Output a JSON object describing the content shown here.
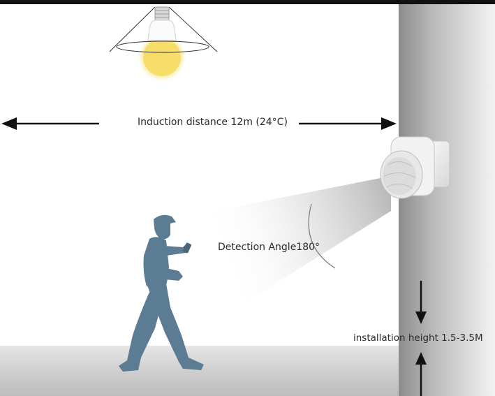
{
  "labels": {
    "induction_distance": "Induction distance 12m (24°C)",
    "detection_angle": "Detection Angle180°",
    "installation_height": "installation height 1.5-3.5M"
  },
  "colors": {
    "wall": "#9b9b9b",
    "floor": "#d6d6d6",
    "bulb_glow": "#f6dc6a",
    "person": "#5c7c93",
    "arrow": "#111111",
    "text": "#2b2b2b"
  },
  "icons": [
    "light-bulb-icon",
    "pir-motion-sensor-icon",
    "walking-person-icon",
    "left-arrow-icon",
    "right-arrow-icon",
    "down-arrow-icon",
    "up-arrow-icon"
  ]
}
